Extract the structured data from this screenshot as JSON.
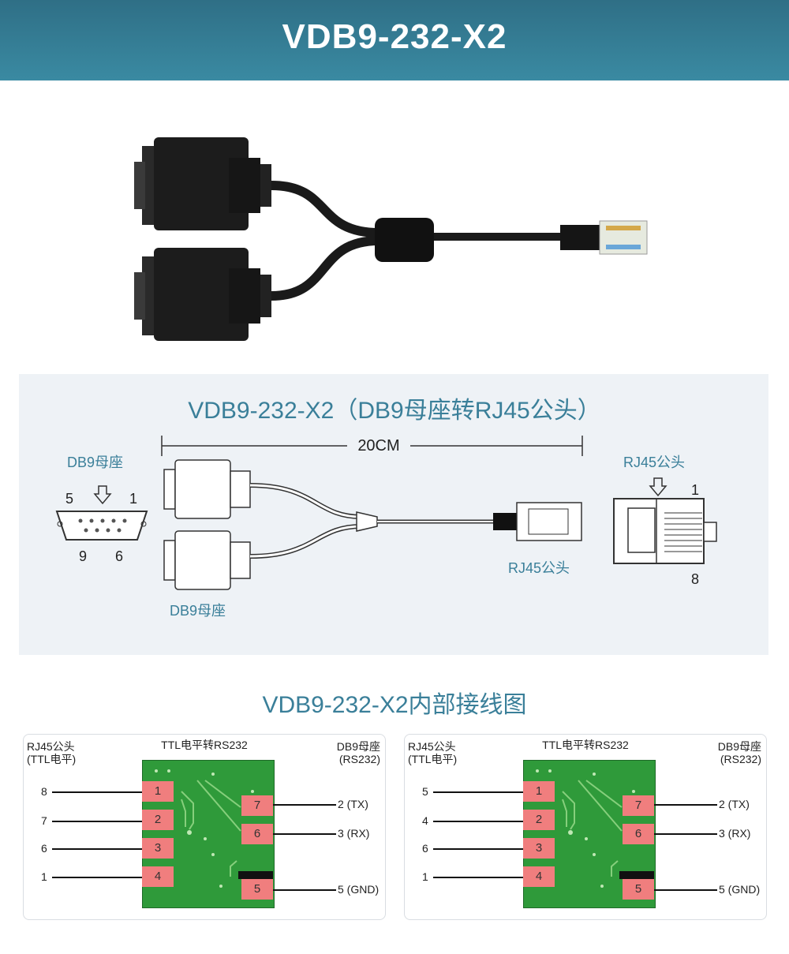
{
  "header": {
    "title": "VDB9-232-X2"
  },
  "diagram": {
    "title": "VDB9-232-X2（DB9母座转RJ45公头）",
    "length_label": "20CM",
    "db9_left_label": "DB9母座",
    "db9_pin_5": "5",
    "db9_pin_1": "1",
    "db9_pin_9": "9",
    "db9_pin_6": "6",
    "db9_bottom_label": "DB9母座",
    "rj45_cable_label": "RJ45公头",
    "rj45_right_label": "RJ45公头",
    "rj45_pin_1": "1",
    "rj45_pin_8": "8"
  },
  "wiring": {
    "title": "VDB9-232-X2内部接线图",
    "cards": [
      {
        "rj45_title_1": "RJ45公头",
        "rj45_title_2": "(TTL电平)",
        "center_title": "TTL电平转RS232",
        "db9_title_1": "DB9母座",
        "db9_title_2": "(RS232)",
        "left_pins": [
          "8",
          "7",
          "6",
          "1"
        ],
        "pads": [
          "1",
          "2",
          "3",
          "4",
          "7",
          "6",
          "5"
        ],
        "right_labels": [
          "2 (TX)",
          "3 (RX)",
          "5 (GND)"
        ]
      },
      {
        "rj45_title_1": "RJ45公头",
        "rj45_title_2": "(TTL电平)",
        "center_title": "TTL电平转RS232",
        "db9_title_1": "DB9母座",
        "db9_title_2": "(RS232)",
        "left_pins": [
          "5",
          "4",
          "6",
          "1"
        ],
        "pads": [
          "1",
          "2",
          "3",
          "4",
          "7",
          "6",
          "5"
        ],
        "right_labels": [
          "2 (TX)",
          "3 (RX)",
          "5 (GND)"
        ]
      }
    ]
  },
  "colors": {
    "header": "#3a8aa2",
    "teal_text": "#3a7f99",
    "pcb": "#2f9a3a",
    "pad": "#f07e7e"
  }
}
